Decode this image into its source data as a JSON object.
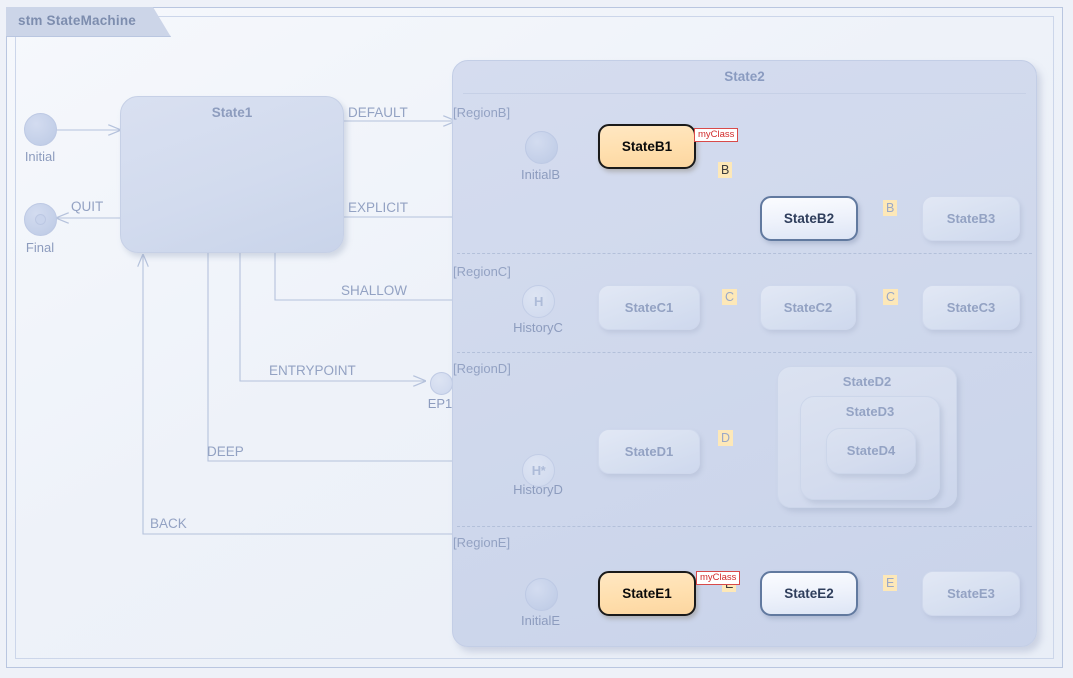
{
  "diagram": {
    "frame_title": "stm StateMachine",
    "accent_frame": "#b9c6e0",
    "accent_highlight": "#ffdfae",
    "accent_active_border": "#61799f",
    "accent_tag": "#d02b2b",
    "accent_badge": "#fde8b8"
  },
  "left": {
    "initial": {
      "caption": "Initial"
    },
    "final": {
      "caption": "Final"
    },
    "state1": {
      "label": "State1"
    },
    "entrypoint": {
      "caption": "EP1"
    },
    "transitions": {
      "quit": "QUIT",
      "default": "DEFAULT",
      "explicit": "EXPLICIT",
      "shallow": "SHALLOW",
      "entrypoint": "ENTRYPOINT",
      "deep": "DEEP",
      "back": "BACK"
    }
  },
  "state2": {
    "label": "State2",
    "regions": {
      "b": {
        "label": "[RegionB]",
        "initial_caption": "InitialB",
        "s1": "StateB1",
        "s2": "StateB2",
        "s3": "StateB3",
        "class_tag": "myClass",
        "event_1": "B",
        "event_2": "B"
      },
      "c": {
        "label": "[RegionC]",
        "history_caption": "HistoryC",
        "history_glyph": "H",
        "s1": "StateC1",
        "s2": "StateC2",
        "s3": "StateC3",
        "event_1": "C",
        "event_2": "C"
      },
      "d": {
        "label": "[RegionD]",
        "history_caption": "HistoryD",
        "history_glyph": "H*",
        "s1": "StateD1",
        "s2": "StateD2",
        "s3": "StateD3",
        "s4": "StateD4",
        "event_1": "D"
      },
      "e": {
        "label": "[RegionE]",
        "initial_caption": "InitialE",
        "s1": "StateE1",
        "s2": "StateE2",
        "s3": "StateE3",
        "class_tag": "myClass",
        "event_1": "E",
        "event_2": "E"
      }
    }
  }
}
